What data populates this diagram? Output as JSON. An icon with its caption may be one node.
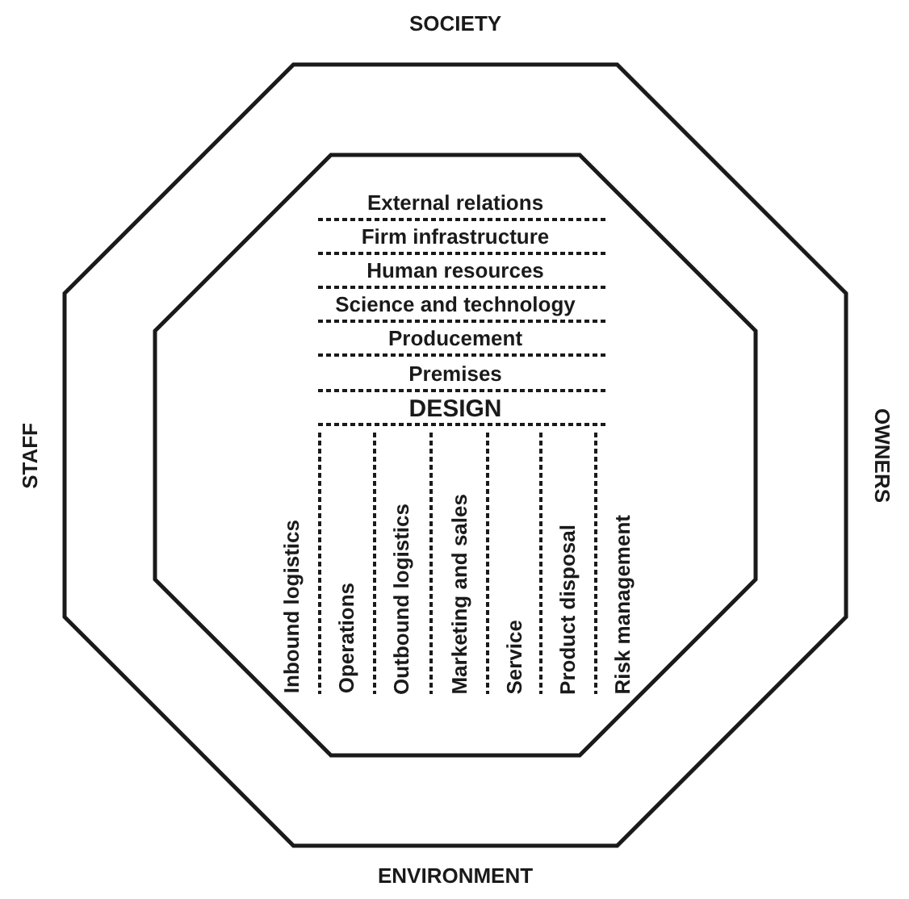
{
  "diagram": {
    "labels": [
      "SOCIETY",
      "STAFF",
      "OWNERS",
      "External relations",
      "Firm infrastructure",
      "Human resources",
      "Science and technology",
      "Producement",
      "Premises",
      "DESIGN",
      "Inbound logistics",
      "Operations",
      "Outbound logistics",
      "Marketing and sales",
      "Service",
      "Product disposal",
      "Risk management",
      "ENVIRONMENT"
    ]
  }
}
